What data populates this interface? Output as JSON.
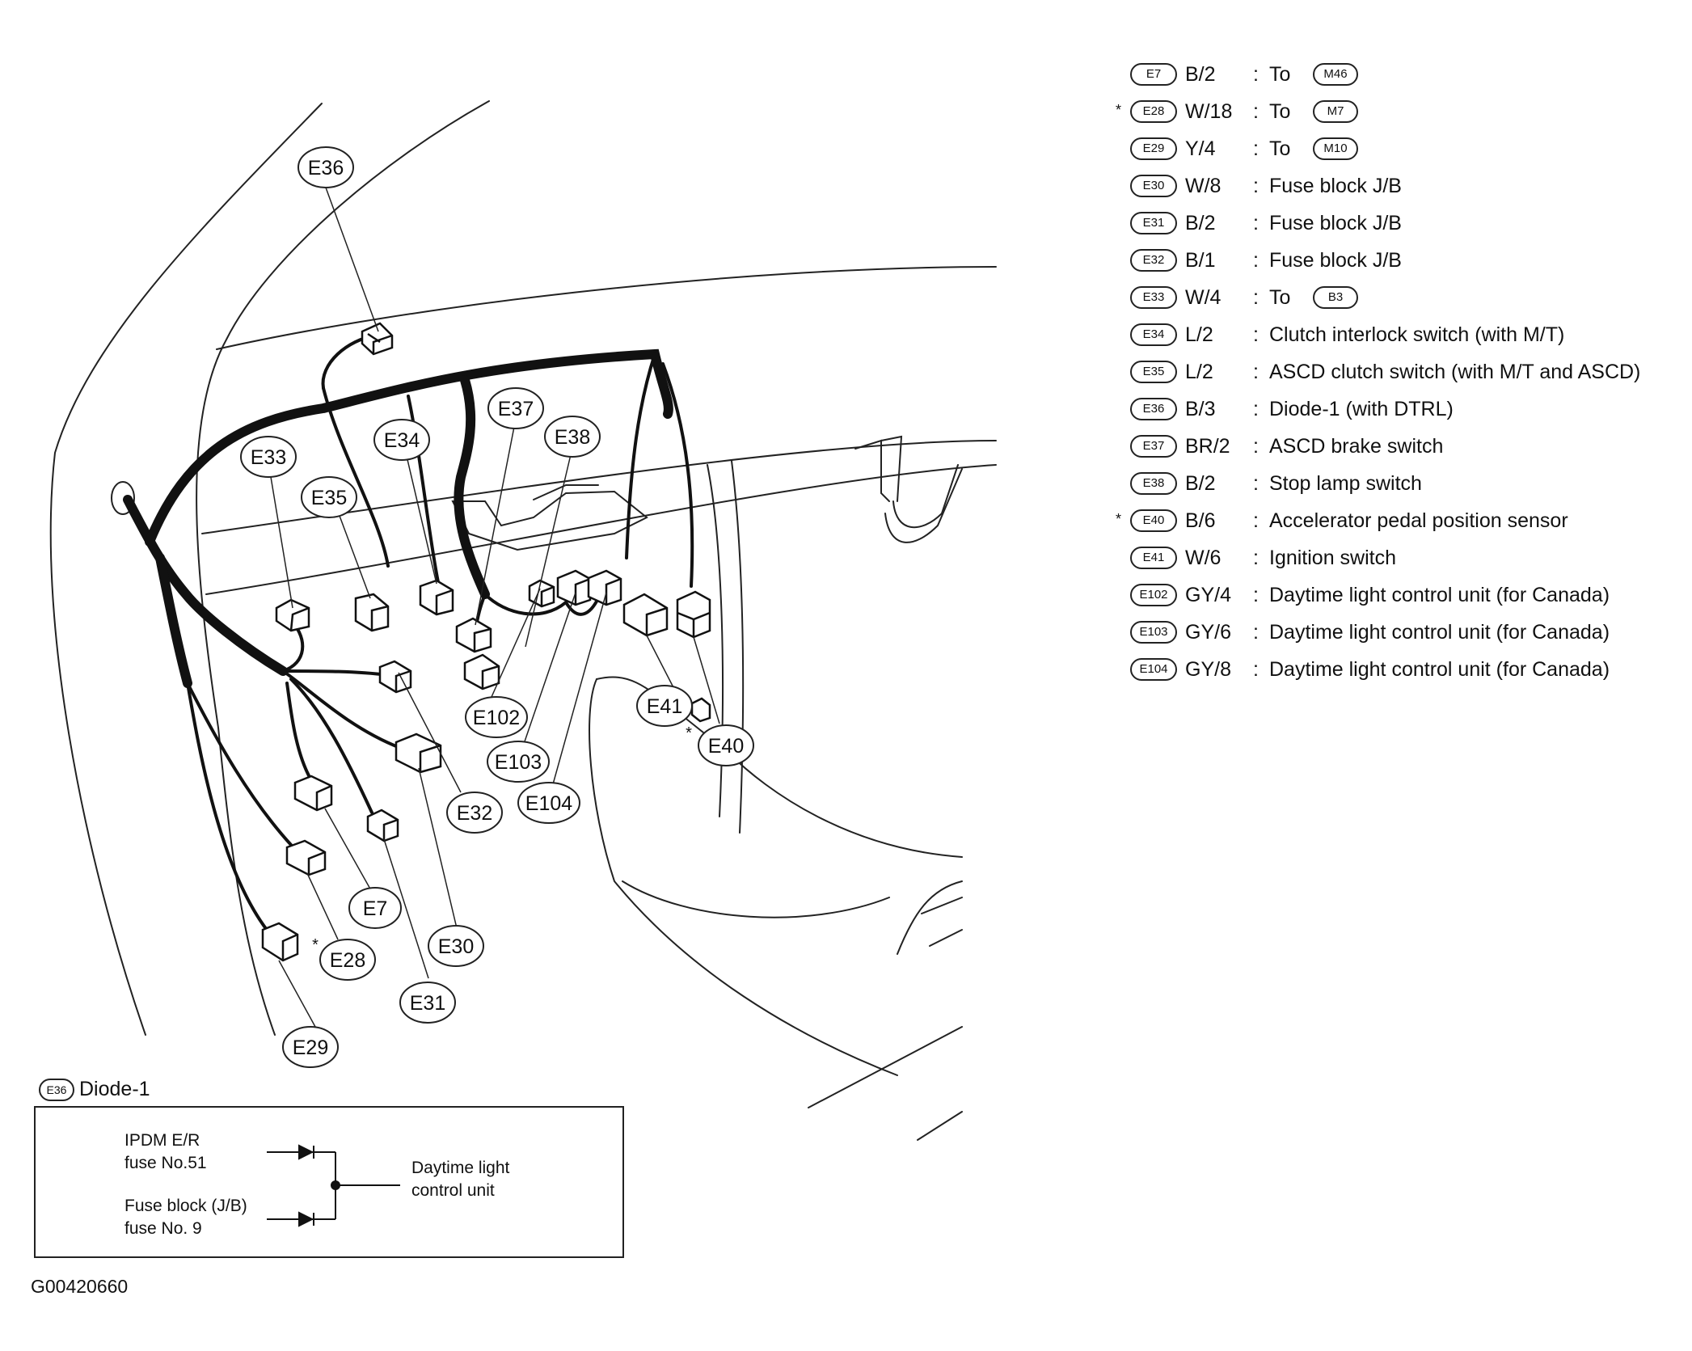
{
  "callouts": {
    "e36": "E36",
    "e33": "E33",
    "e34": "E34",
    "e35": "E35",
    "e37": "E37",
    "e38": "E38",
    "e102": "E102",
    "e103": "E103",
    "e104": "E104",
    "e41": "E41",
    "e40": "E40",
    "e32": "E32",
    "e7": "E7",
    "e30": "E30",
    "e28": "E28",
    "e31": "E31",
    "e29": "E29"
  },
  "asterisk": "*",
  "legend": [
    {
      "connector": "E7",
      "wire": "B/2",
      "colon": ":",
      "desc": "To",
      "dest": "M46",
      "starred": false
    },
    {
      "connector": "E28",
      "wire": "W/18",
      "colon": ":",
      "desc": "To",
      "dest": "M7",
      "starred": true
    },
    {
      "connector": "E29",
      "wire": "Y/4",
      "colon": ":",
      "desc": "To",
      "dest": "M10",
      "starred": false
    },
    {
      "connector": "E30",
      "wire": "W/8",
      "colon": ":",
      "desc": "Fuse block J/B",
      "starred": false
    },
    {
      "connector": "E31",
      "wire": "B/2",
      "colon": ":",
      "desc": "Fuse block J/B",
      "starred": false
    },
    {
      "connector": "E32",
      "wire": "B/1",
      "colon": ":",
      "desc": "Fuse block J/B",
      "starred": false
    },
    {
      "connector": "E33",
      "wire": "W/4",
      "colon": ":",
      "desc": "To",
      "dest": "B3",
      "starred": false
    },
    {
      "connector": "E34",
      "wire": "L/2",
      "colon": ":",
      "desc": "Clutch interlock switch (with M/T)",
      "starred": false
    },
    {
      "connector": "E35",
      "wire": "L/2",
      "colon": ":",
      "desc": "ASCD clutch switch (with M/T and ASCD)",
      "starred": false
    },
    {
      "connector": "E36",
      "wire": "B/3",
      "colon": ":",
      "desc": "Diode-1 (with DTRL)",
      "starred": false
    },
    {
      "connector": "E37",
      "wire": "BR/2",
      "colon": ":",
      "desc": "ASCD brake switch",
      "starred": false
    },
    {
      "connector": "E38",
      "wire": "B/2",
      "colon": ":",
      "desc": "Stop lamp switch",
      "starred": false
    },
    {
      "connector": "E40",
      "wire": "B/6",
      "colon": ":",
      "desc": "Accelerator pedal position sensor",
      "starred": true
    },
    {
      "connector": "E41",
      "wire": "W/6",
      "colon": ":",
      "desc": "Ignition switch",
      "starred": false
    },
    {
      "connector": "E102",
      "wire": "GY/4",
      "colon": ":",
      "desc": "Daytime light control unit (for Canada)",
      "starred": false
    },
    {
      "connector": "E103",
      "wire": "GY/6",
      "colon": ":",
      "desc": "Daytime light control unit (for Canada)",
      "starred": false
    },
    {
      "connector": "E104",
      "wire": "GY/8",
      "colon": ":",
      "desc": "Daytime light control unit (for Canada)",
      "starred": false
    }
  ],
  "diode": {
    "badge": "E36",
    "title": "Diode-1",
    "input1_line1": "IPDM E/R",
    "input1_line2": "fuse No.51",
    "input2_line1": "Fuse block (J/B)",
    "input2_line2": "fuse No. 9",
    "output_line1": "Daytime light",
    "output_line2": "control unit"
  },
  "figure_id": "G00420660"
}
